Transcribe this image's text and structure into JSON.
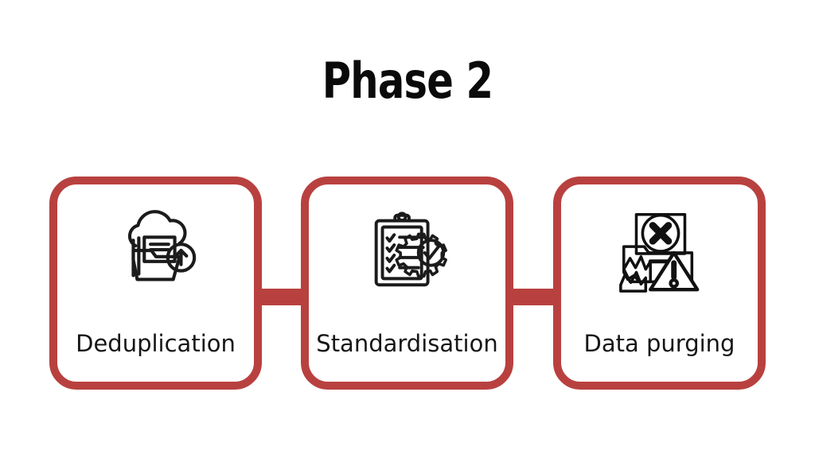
{
  "slide": {
    "title": "Phase 2",
    "background_color": "#ffffff",
    "accent_color": "#b8413f",
    "text_color": "#161616",
    "title_color": "#0a0a0a"
  },
  "cards": [
    {
      "label": "Deduplication",
      "icon": "cloud-folder-upload-icon"
    },
    {
      "label": "Standardisation",
      "icon": "clipboard-checklist-gear-icon"
    },
    {
      "label": "Data purging",
      "icon": "document-delete-warning-icon"
    }
  ],
  "connectors": [
    {
      "name": "connector-1-2"
    },
    {
      "name": "connector-2-3"
    }
  ]
}
